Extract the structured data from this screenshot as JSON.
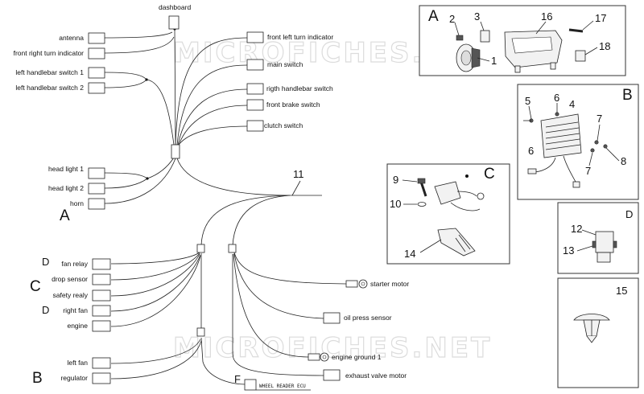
{
  "watermark": "MICROFICHES.NET",
  "connectors": {
    "dashboard": "dashboard",
    "antenna": "antenna",
    "front_right_turn_indicator": "front right turn indicator",
    "left_handlebar_switch_1": "left handlebar switch 1",
    "left_handlebar_switch_2": "left handlebar switch 2",
    "head_light_1": "head light 1",
    "head_light_2": "head light 2",
    "horn": "horn",
    "front_left_turn_indicator": "front left turn indicator",
    "main_switch": "main switch",
    "rigth_handlebar_switch": "rigth handlebar switch",
    "front_brake_switch": "front brake switch",
    "clutch_switch": "clutch switch",
    "fan_relay": "fan relay",
    "drop_sensor": "drop sensor",
    "safety_realy": "safety realy",
    "right_fan": "right fan",
    "engine": "engine",
    "left_fan": "left fan",
    "regulator": "regulator",
    "wheel_reader_ecu": "WHEEL READER ECU",
    "starter_motor": "starter motor",
    "oil_press_sensor": "oil press sensor",
    "engine_ground_1": "engine ground 1",
    "exhaust_valve_motor": "exhaust valve motor"
  },
  "group_letters": {
    "A": "A",
    "B": "B",
    "C": "C",
    "D": "D",
    "F": "F"
  },
  "harness_ref": "11",
  "panels": {
    "A": {
      "letter": "A",
      "refs": [
        "2",
        "3",
        "16",
        "17",
        "1",
        "18"
      ]
    },
    "B": {
      "letter": "B",
      "refs": [
        "5",
        "6",
        "4",
        "7",
        "6",
        "8",
        "7"
      ]
    },
    "C": {
      "letter": "C",
      "refs": [
        "9",
        "10",
        "14"
      ]
    },
    "D": {
      "letter": "D",
      "refs": [
        "12",
        "13"
      ]
    },
    "E": {
      "refs": [
        "15"
      ]
    }
  }
}
